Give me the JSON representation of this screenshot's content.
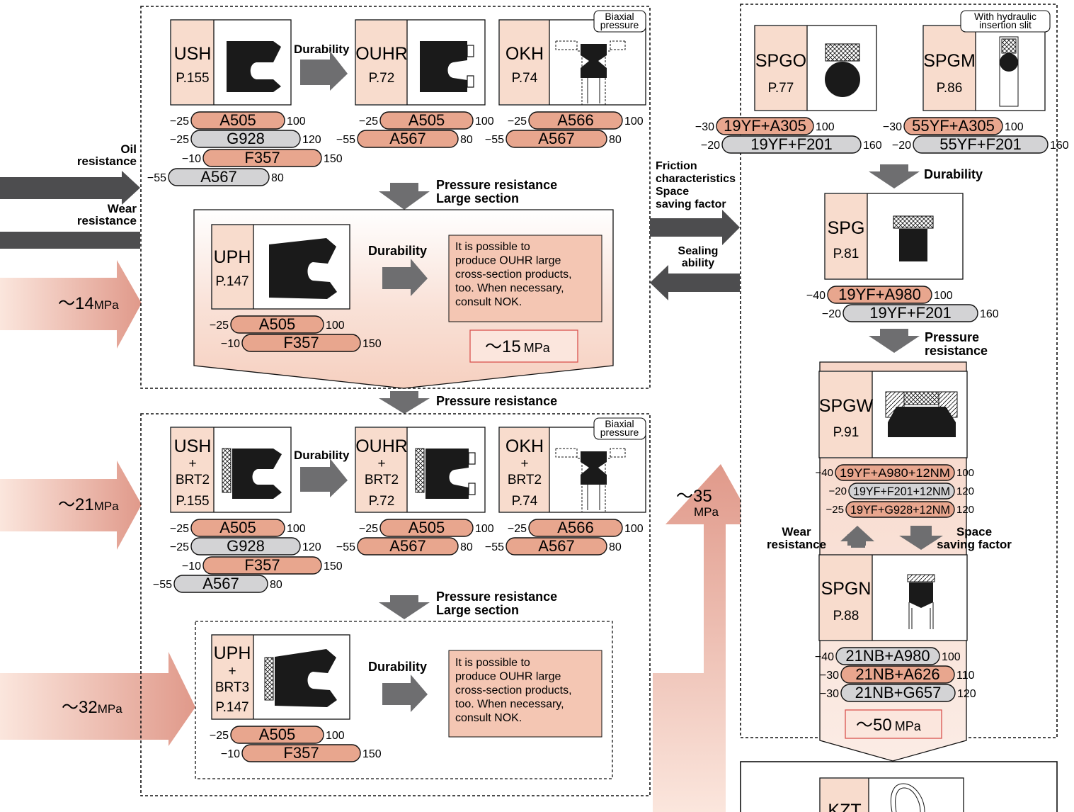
{
  "colors": {
    "pink_label": "#f8dccd",
    "pink_pill": "#e8a68e",
    "gray_pill": "#d3d3d5",
    "arrow_gray": "#6e6e70",
    "arrow_dark": "#4d4d4f",
    "pressure_light": "#fbe6dc",
    "pressure_strong": "#e2998a",
    "note_bg": "#f4c6b3",
    "mpa_border": "#d9534f"
  },
  "left_inputs": {
    "oil": "Oil\nresistance",
    "wear": "Wear\nresistance"
  },
  "left_pressures": {
    "p14": "～14",
    "p21": "～21",
    "p32": "～32",
    "unit": "MPa"
  },
  "tags": {
    "biaxial": "Biaxial\npressure",
    "hydraulic": "With hydraulic\ninsertion slit"
  },
  "section1": {
    "cards": [
      {
        "name": "USH",
        "page": "P.155"
      },
      {
        "name": "OUHR",
        "page": "P.72"
      },
      {
        "name": "OKH",
        "page": "P.74"
      }
    ],
    "durability": "Durability",
    "materials_ush": [
      {
        "min": "−25",
        "code": "A505",
        "max": "100",
        "kind": "pink"
      },
      {
        "min": "−25",
        "code": "G928",
        "max": "120",
        "kind": "gray"
      },
      {
        "min": "−10",
        "code": "F357",
        "max": "150",
        "kind": "pink"
      },
      {
        "min": "−55",
        "code": "A567",
        "max": "80",
        "kind": "gray"
      }
    ],
    "materials_ouhr": [
      {
        "min": "−25",
        "code": "A505",
        "max": "100",
        "kind": "pink"
      },
      {
        "min": "−55",
        "code": "A567",
        "max": "80",
        "kind": "pink"
      }
    ],
    "materials_okh": [
      {
        "min": "−25",
        "code": "A566",
        "max": "100",
        "kind": "pink"
      },
      {
        "min": "−55",
        "code": "A567",
        "max": "80",
        "kind": "pink"
      }
    ],
    "down_label": "Pressure resistance\nLarge section",
    "uph": {
      "name": "UPH",
      "page": "P.147",
      "durability": "Durability",
      "note": "It is possible to\nproduce OUHR large\ncross-section products,\ntoo.  When necessary,\nconsult NOK.",
      "mpa": "～15",
      "mpa_unit": "MPa",
      "materials": [
        {
          "min": "−25",
          "code": "A505",
          "max": "100",
          "kind": "pink"
        },
        {
          "min": "−10",
          "code": "F357",
          "max": "150",
          "kind": "pink"
        }
      ]
    }
  },
  "between_label": "Pressure resistance",
  "section2": {
    "cards": [
      {
        "name": "USH",
        "plus": "+",
        "brt": "BRT2",
        "page": "P.155"
      },
      {
        "name": "OUHR",
        "plus": "+",
        "brt": "BRT2",
        "page": "P.72"
      },
      {
        "name": "OKH",
        "plus": "+",
        "brt": "BRT2",
        "page": "P.74"
      }
    ],
    "durability": "Durability",
    "materials_ush": [
      {
        "min": "−25",
        "code": "A505",
        "max": "100",
        "kind": "pink"
      },
      {
        "min": "−25",
        "code": "G928",
        "max": "120",
        "kind": "gray"
      },
      {
        "min": "−10",
        "code": "F357",
        "max": "150",
        "kind": "pink"
      },
      {
        "min": "−55",
        "code": "A567",
        "max": "80",
        "kind": "gray"
      }
    ],
    "materials_ouhr": [
      {
        "min": "−25",
        "code": "A505",
        "max": "100",
        "kind": "pink"
      },
      {
        "min": "−55",
        "code": "A567",
        "max": "80",
        "kind": "pink"
      }
    ],
    "materials_okh": [
      {
        "min": "−25",
        "code": "A566",
        "max": "100",
        "kind": "pink"
      },
      {
        "min": "−55",
        "code": "A567",
        "max": "80",
        "kind": "pink"
      }
    ],
    "down_label": "Pressure resistance\nLarge section",
    "uph": {
      "name": "UPH",
      "plus": "+",
      "brt": "BRT3",
      "page": "P.147",
      "durability": "Durability",
      "note": "It is possible to\nproduce OUHR large\ncross-section products,\ntoo.  When necessary,\nconsult NOK.",
      "materials": [
        {
          "min": "−25",
          "code": "A505",
          "max": "100",
          "kind": "pink"
        },
        {
          "min": "−10",
          "code": "F357",
          "max": "150",
          "kind": "pink"
        }
      ]
    }
  },
  "middle": {
    "right_label": "Friction\ncharacteristics\nSpace\nsaving factor",
    "left_label": "Sealing\nability",
    "p35": "～35",
    "p35_unit": "MPa"
  },
  "right": {
    "spgo": {
      "name": "SPGO",
      "page": "P.77",
      "materials": [
        {
          "min": "−30",
          "code": "19YF+A305",
          "max": "100",
          "kind": "pink"
        },
        {
          "min": "−20",
          "code": "19YF+F201",
          "max": "160",
          "kind": "gray"
        }
      ]
    },
    "spgm": {
      "name": "SPGM",
      "page": "P.86",
      "materials": [
        {
          "min": "−30",
          "code": "55YF+A305",
          "max": "100",
          "kind": "pink"
        },
        {
          "min": "−20",
          "code": "55YF+F201",
          "max": "160",
          "kind": "gray"
        }
      ]
    },
    "durability": "Durability",
    "spg": {
      "name": "SPG",
      "page": "P.81",
      "materials": [
        {
          "min": "−40",
          "code": "19YF+A980",
          "max": "100",
          "kind": "pink"
        },
        {
          "min": "−20",
          "code": "19YF+F201",
          "max": "160",
          "kind": "gray"
        }
      ]
    },
    "pressure": "Pressure\nresistance",
    "spgw": {
      "name": "SPGW",
      "page": "P.91",
      "materials": [
        {
          "min": "−40",
          "code": "19YF+A980+12NM",
          "max": "100",
          "kind": "pink"
        },
        {
          "min": "−20",
          "code": "19YF+F201+12NM",
          "max": "120",
          "kind": "gray"
        },
        {
          "min": "−25",
          "code": "19YF+G928+12NM",
          "max": "120",
          "kind": "pink"
        }
      ]
    },
    "wear": "Wear\nresistance",
    "space": "Space\nsaving factor",
    "spgn": {
      "name": "SPGN",
      "page": "P.88",
      "materials": [
        {
          "min": "−40",
          "code": "21NB+A980",
          "max": "100",
          "kind": "gray"
        },
        {
          "min": "−30",
          "code": "21NB+A626",
          "max": "110",
          "kind": "pink"
        },
        {
          "min": "−30",
          "code": "21NB+G657",
          "max": "120",
          "kind": "gray"
        }
      ]
    },
    "mpa": "～50",
    "mpa_unit": "MPa",
    "kzt": "KZT"
  }
}
